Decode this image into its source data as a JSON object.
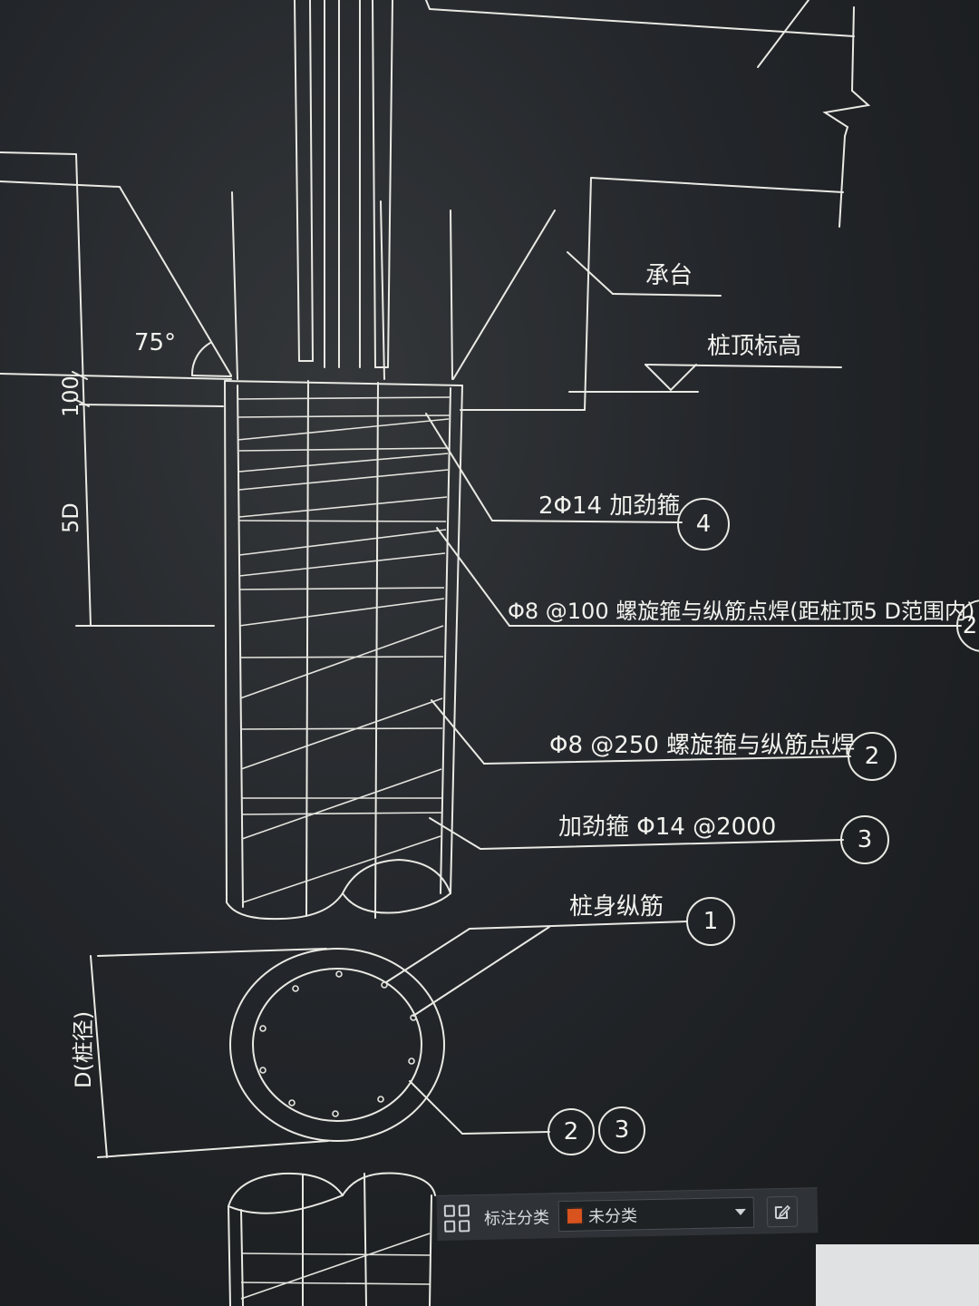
{
  "drawing": {
    "labels": {
      "angle": "75°",
      "dim_100": "100",
      "dim_5d": "5D",
      "dim_d": "D(桩径)",
      "cap": "承台",
      "pile_top_elev": "桩顶标高",
      "stiffener_2d14": "2Φ14  加劲箍",
      "spiral_dense": "Φ8 @100 螺旋箍与纵筋点焊(距桩顶5 D范围内)",
      "spiral_sparse": "Φ8 @250 螺旋箍与纵筋点焊",
      "stiffener_d14": "加劲箍    Φ14 @2000",
      "main_bars": "桩身纵筋"
    },
    "bubbles": {
      "b1": "1",
      "b2_top": "2",
      "b2_mid": "2",
      "b2_bottom": "2",
      "b3_mid": "3",
      "b3_bottom": "3",
      "b4": "4"
    }
  },
  "property_bar": {
    "label": "标注分类",
    "selected_value": "未分类",
    "swatch_color": "#d9531e"
  }
}
